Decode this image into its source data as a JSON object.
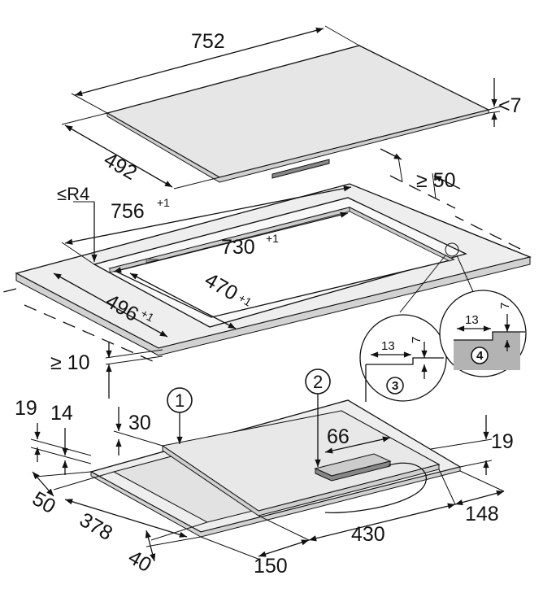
{
  "colors": {
    "hob_top": "#e6e6e6",
    "hob_edge": "#cfcfcf",
    "counter_top": "#eeeeee",
    "counter_edge": "#d2d2d2",
    "cutout": "#ffffff",
    "bracket_fill": "#b3b3b3",
    "line": "#111111"
  },
  "dimensions": {
    "hob_width": "752",
    "hob_depth": "492",
    "glass_thickness": "<7",
    "cutout_width": "756",
    "cutout_width_tol": "+1",
    "corner_radius": "≤R4",
    "min_rear_distance": "≥ 50",
    "rebate_width": "730",
    "rebate_width_tol": "+1",
    "cutout_depth": "496",
    "cutout_depth_tol": "+1",
    "rebate_depth": "470",
    "rebate_depth_tol": "+1",
    "min_front_distance": "≥ 10",
    "depth_19": "19",
    "depth_14": "14",
    "depth_30": "30",
    "box_66": "66",
    "side_19": "19",
    "front_50": "50",
    "front_378": "378",
    "front_40": "40",
    "bottom_150": "150",
    "bottom_430": "430",
    "side_148": "148"
  },
  "details": {
    "detail_3": {
      "number": "3",
      "width": "13",
      "height": "7"
    },
    "detail_4": {
      "number": "4",
      "width": "13",
      "height": "7"
    }
  },
  "callouts": [
    "1",
    "2"
  ]
}
